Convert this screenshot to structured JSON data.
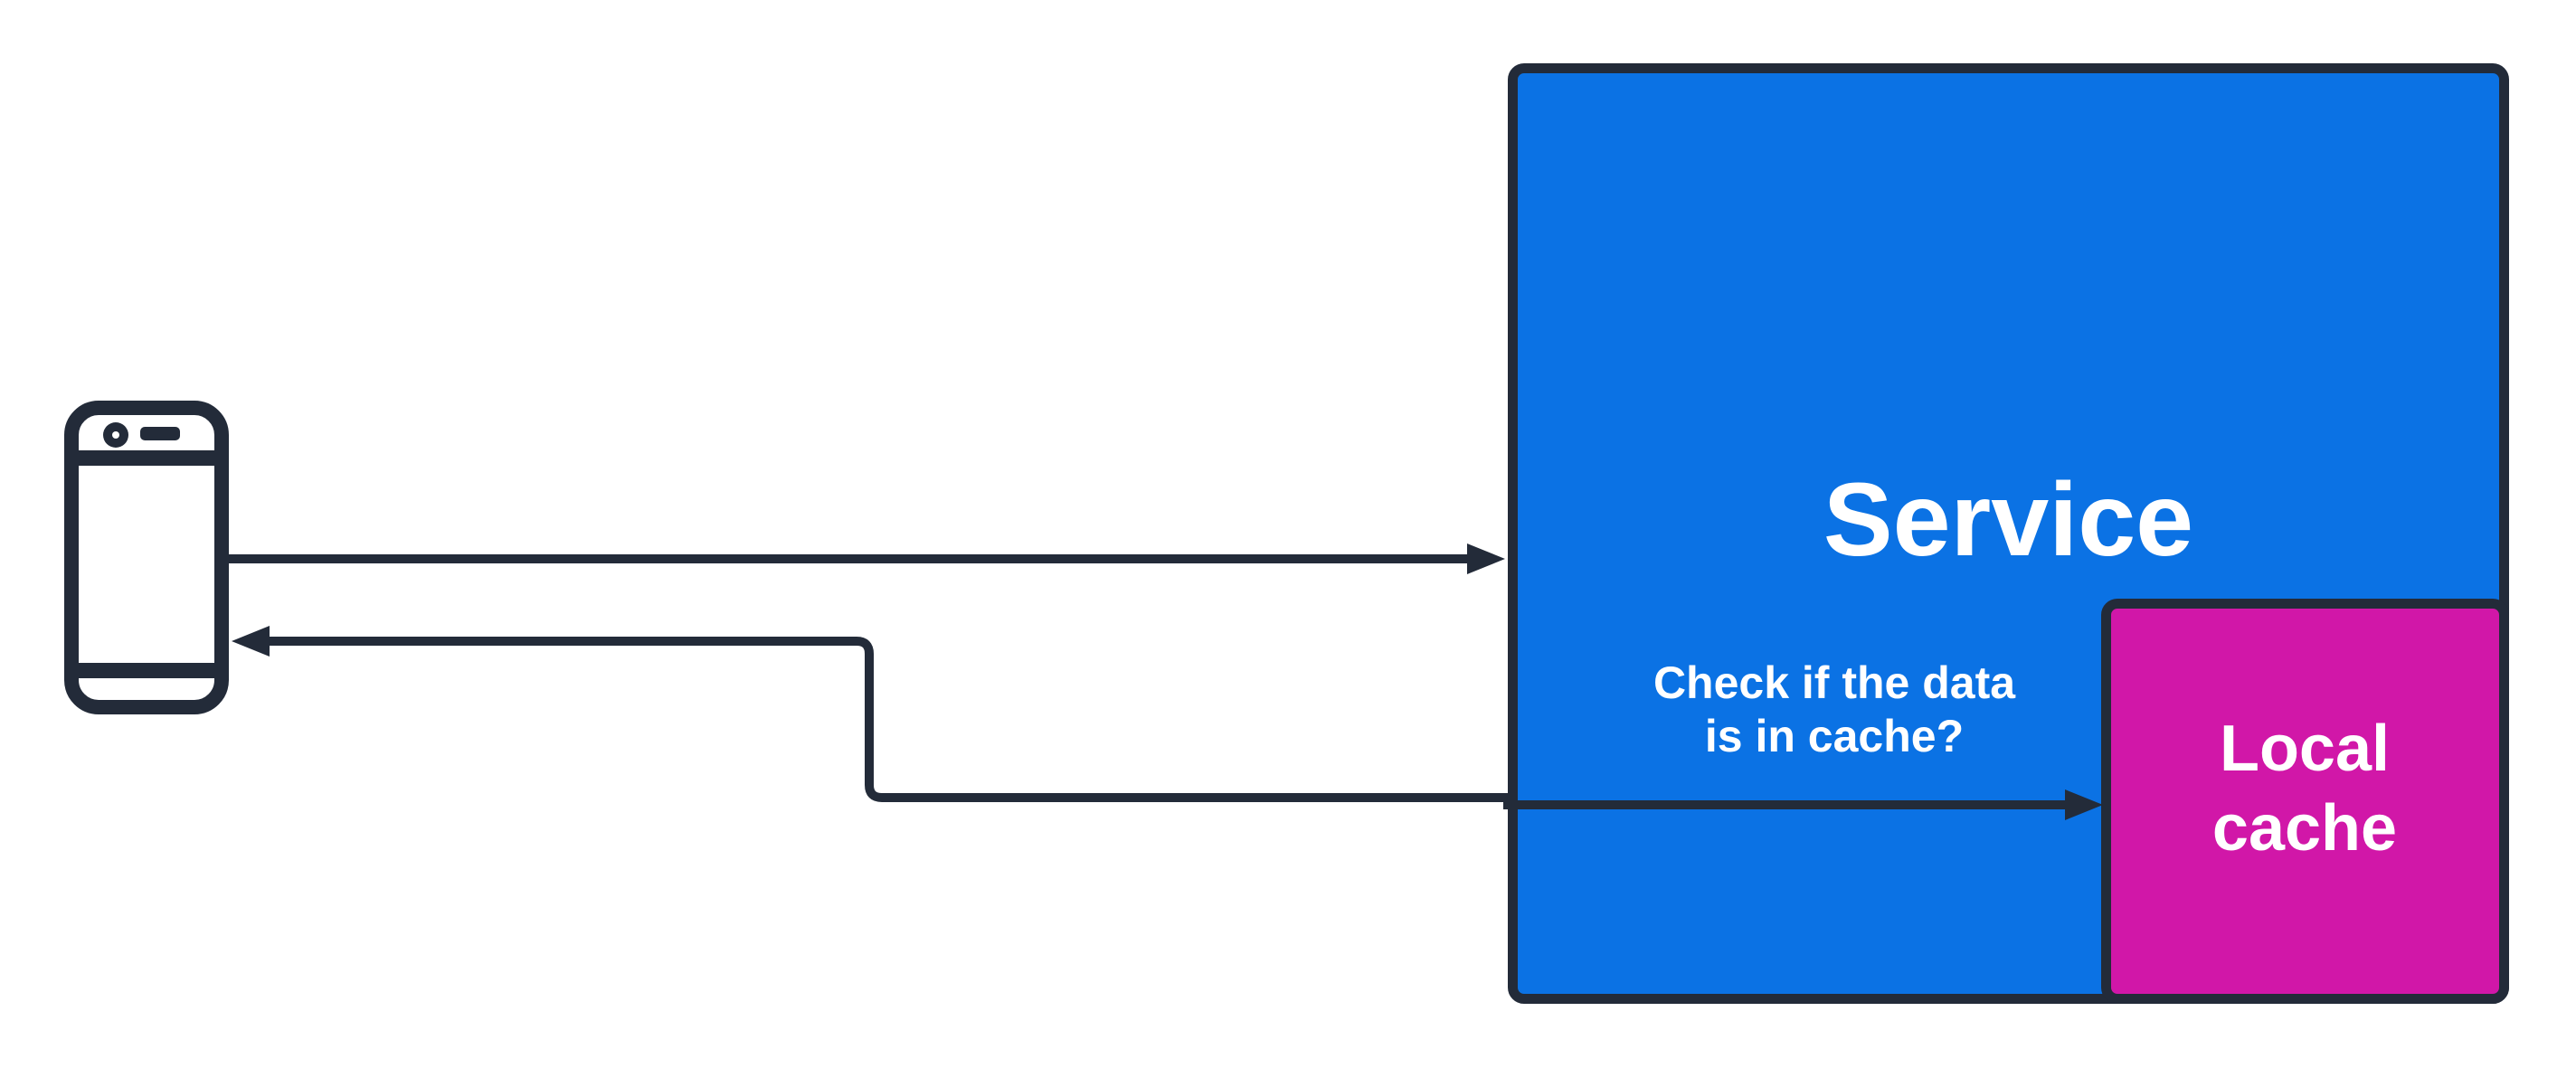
{
  "colors": {
    "service_fill": "#0b72e4",
    "cache_fill": "#d117a8",
    "outline": "#232b39",
    "label_text": "#ffffff",
    "background": "#ffffff"
  },
  "nodes": {
    "client": {
      "icon": "smartphone-icon"
    },
    "service": {
      "label": "Service"
    },
    "local_cache": {
      "label": "Local cache"
    }
  },
  "annotation": {
    "line1": "Check if the data",
    "line2": "is in cache?"
  },
  "edges": [
    {
      "from": "client",
      "to": "service"
    },
    {
      "from": "service",
      "to": "client"
    },
    {
      "from": "service",
      "to": "local_cache"
    }
  ]
}
